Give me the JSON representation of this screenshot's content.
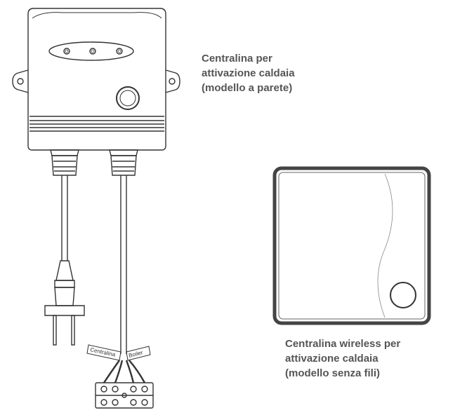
{
  "wall_unit": {
    "caption_lines": [
      "Centralina per",
      "attivazione caldaia",
      "(modello a parete)"
    ],
    "tag_left": "Centralina",
    "tag_right": "Boiler"
  },
  "wireless_unit": {
    "caption_lines": [
      "Centralina wireless per",
      "attivazione caldaia",
      "(modello senza fili)"
    ]
  }
}
